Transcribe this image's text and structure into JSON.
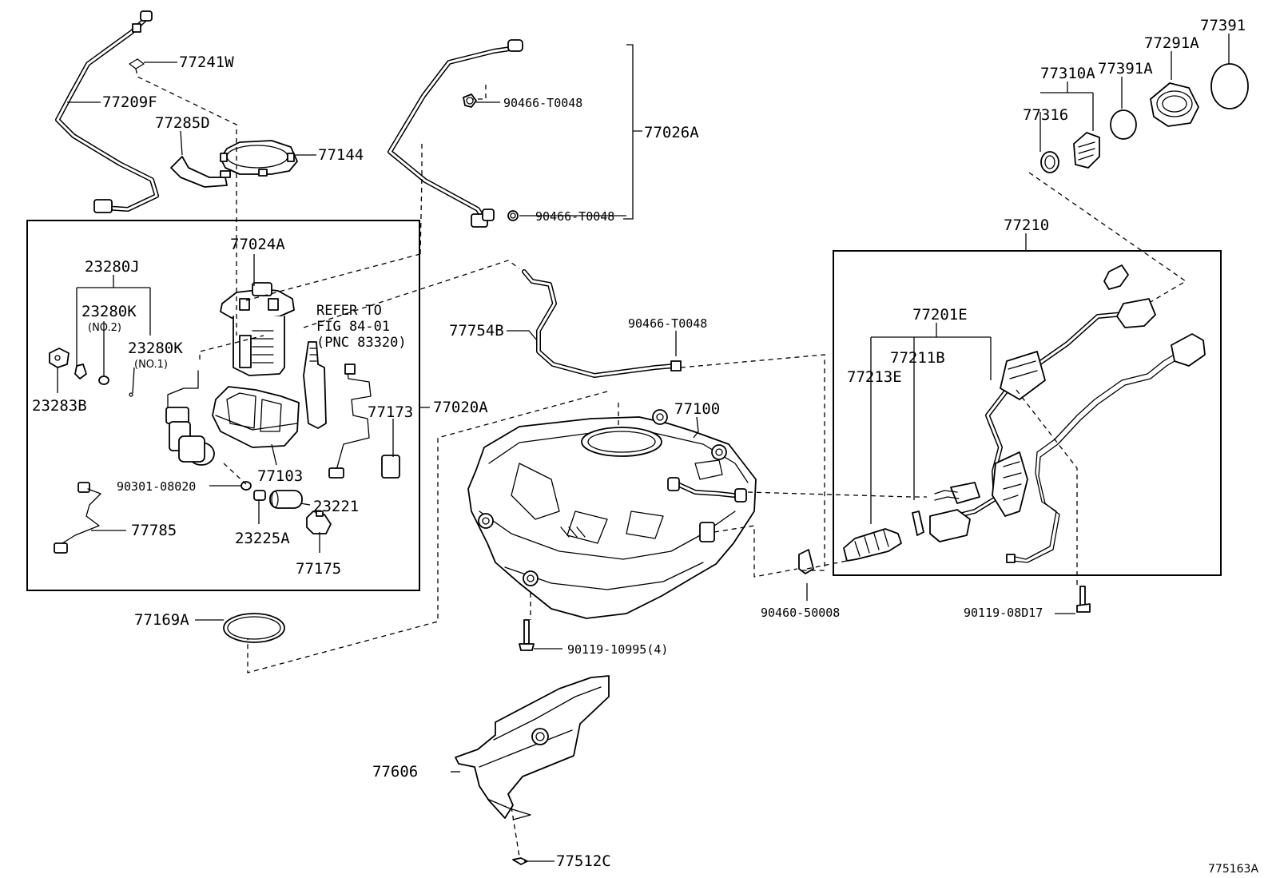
{
  "diagram": {
    "drawing_code": "775163A",
    "part_labels": {
      "p77241W": "77241W",
      "p77209F": "77209F",
      "p77285D": "77285D",
      "p77144": "77144",
      "p90466_a": "90466-T0048",
      "p90466_b": "90466-T0048",
      "p90466_c": "90466-T0048",
      "p77026A": "77026A",
      "p77024A": "77024A",
      "p23280J": "23280J",
      "p23280K_a": "23280K",
      "p23280K_b": "23280K",
      "p23283B": "23283B",
      "p77020A": "77020A",
      "p77103": "77103",
      "p77173": "77173",
      "p90301": "90301-08020",
      "p23221": "23221",
      "p23225A": "23225A",
      "p77785": "77785",
      "p77175": "77175",
      "p77169A": "77169A",
      "p77754B": "77754B",
      "p77100": "77100",
      "p90119_a": "90119-10995(4)",
      "p77606": "77606",
      "p77512C": "77512C",
      "p77310A": "77310A",
      "p77391A": "77391A",
      "p77291A": "77291A",
      "p77391": "77391",
      "p77316": "77316",
      "p77210": "77210",
      "p77201E": "77201E",
      "p77211B": "77211B",
      "p77213E": "77213E",
      "p90460": "90460-50008",
      "p90119_b": "90119-08D17"
    },
    "notes": {
      "no2": "(NO.2)",
      "no1": "(NO.1)"
    },
    "reference": {
      "line1": "REFER TO",
      "line2": "FIG 84-01",
      "line3": "(PNC 83320)"
    }
  }
}
